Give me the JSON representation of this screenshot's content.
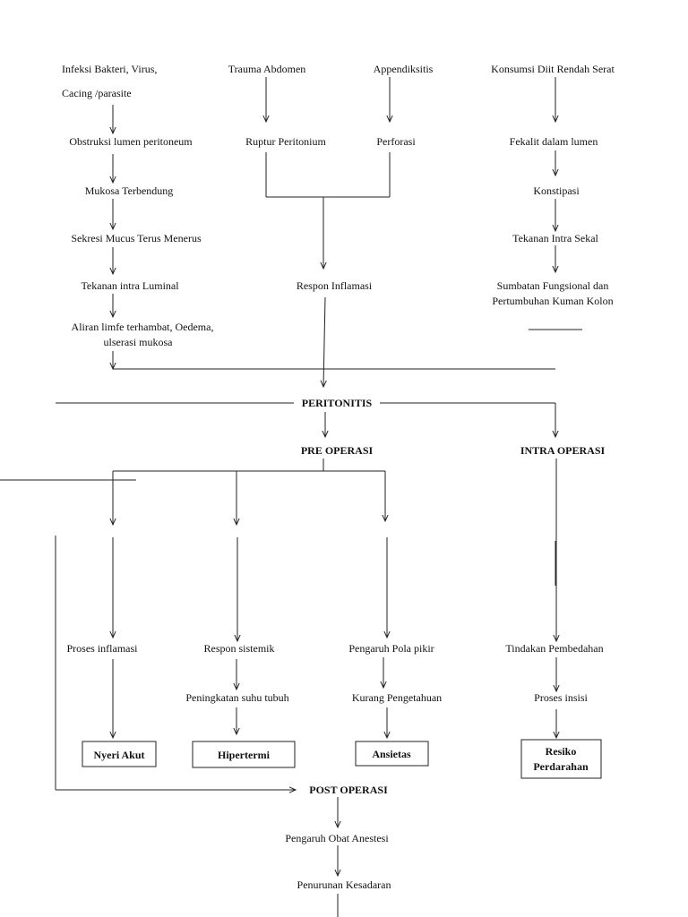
{
  "nodes": {
    "infeksi_1": "Infeksi Bakteri, Virus,",
    "infeksi_2": "Cacing /parasite",
    "trauma": "Trauma Abdomen",
    "appendiksitis": "Appendiksitis",
    "konsumsi": "Konsumsi Diit Rendah Serat",
    "obstruksi": "Obstruksi lumen peritoneum",
    "ruptur": "Ruptur Peritonium",
    "perforasi": "Perforasi",
    "fekalit": "Fekalit dalam lumen",
    "mukosa": "Mukosa Terbendung",
    "konstipasi": "Konstipasi",
    "sekresi": "Sekresi Mucus Terus Menerus",
    "tekanan_sekal": "Tekanan Intra Sekal",
    "tekanan_luminal": "Tekanan intra Luminal",
    "respon_inflamasi": "Respon Inflamasi",
    "sumbatan_1": "Sumbatan Fungsional dan",
    "sumbatan_2": "Pertumbuhan Kuman Kolon",
    "aliran_1": "Aliran limfe terhambat, Oedema,",
    "aliran_2": "ulserasi mukosa",
    "peritonitis": "PERITONITIS",
    "pre_operasi": "PRE OPERASI",
    "intra_operasi": "INTRA OPERASI",
    "proses_inflamasi": "Proses inflamasi",
    "respon_sistemik": "Respon sistemik",
    "pengaruh_pola": "Pengaruh Pola pikir",
    "tindakan": "Tindakan Pembedahan",
    "peningkatan_suhu": "Peningkatan suhu tubuh",
    "kurang_pengetahuan": "Kurang Pengetahuan",
    "proses_insisi": "Proses insisi",
    "nyeri_akut": "Nyeri Akut",
    "hipertermi": "Hipertermi",
    "ansietas": "Ansietas",
    "resiko_1": "Resiko",
    "resiko_2": "Perdarahan",
    "post_operasi": "POST OPERASI",
    "pengaruh_obat": "Pengaruh Obat Anestesi",
    "penurunan": "Penurunan Kesadaran"
  }
}
